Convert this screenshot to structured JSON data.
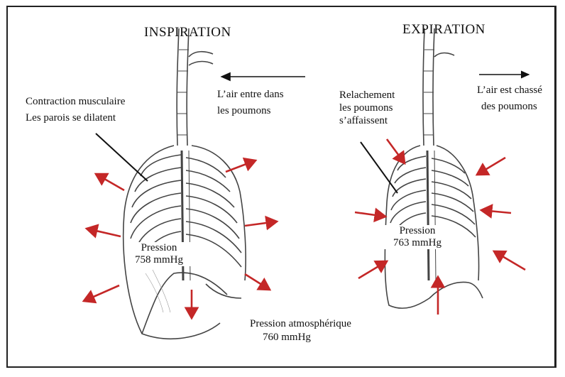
{
  "colors": {
    "arrow": "#c42727",
    "outline": "#444444",
    "frame": "#222222"
  },
  "inspiration": {
    "title": "INSPIRATION",
    "muscle_line1": "Contraction musculaire",
    "muscle_line2": "Les parois se dilatent",
    "air_line1": "L’air entre dans",
    "air_line2": "les poumons",
    "pressure_line1": "Pression",
    "pressure_line2": "758 mmHg"
  },
  "expiration": {
    "title": "EXPIRATION",
    "relax_line1": "Relachement",
    "relax_line2": "les poumons",
    "relax_line3": "s’affaissent",
    "air_line1": "L’air est chassé",
    "air_line2": "des poumons",
    "pressure_line1": "Pression",
    "pressure_line2": "763 mmHg"
  },
  "atmosphere": {
    "line1": "Pression atmosphérique",
    "line2": "760 mmHg"
  }
}
